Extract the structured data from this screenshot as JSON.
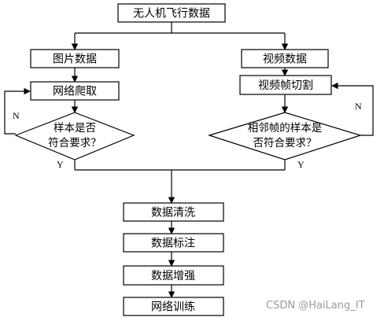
{
  "flowchart": {
    "start": "无人机飞行数据",
    "left": {
      "image_data": "图片数据",
      "web_crawl": "网络爬取",
      "decision_line1": "样本是否",
      "decision_line2": "符合要求？",
      "no_label": "N",
      "yes_label": "Y"
    },
    "right": {
      "video_data": "视频数据",
      "frame_cut": "视频帧切割",
      "decision_line1": "相邻帧的样本是",
      "decision_line2": "否符合要求？",
      "no_label": "N",
      "yes_label": "Y"
    },
    "steps": {
      "cleaning": "数据清洗",
      "annotation": "数据标注",
      "augmentation": "数据增强",
      "training": "网络训练"
    }
  },
  "watermark": "CSDN @HaiLang_IT"
}
